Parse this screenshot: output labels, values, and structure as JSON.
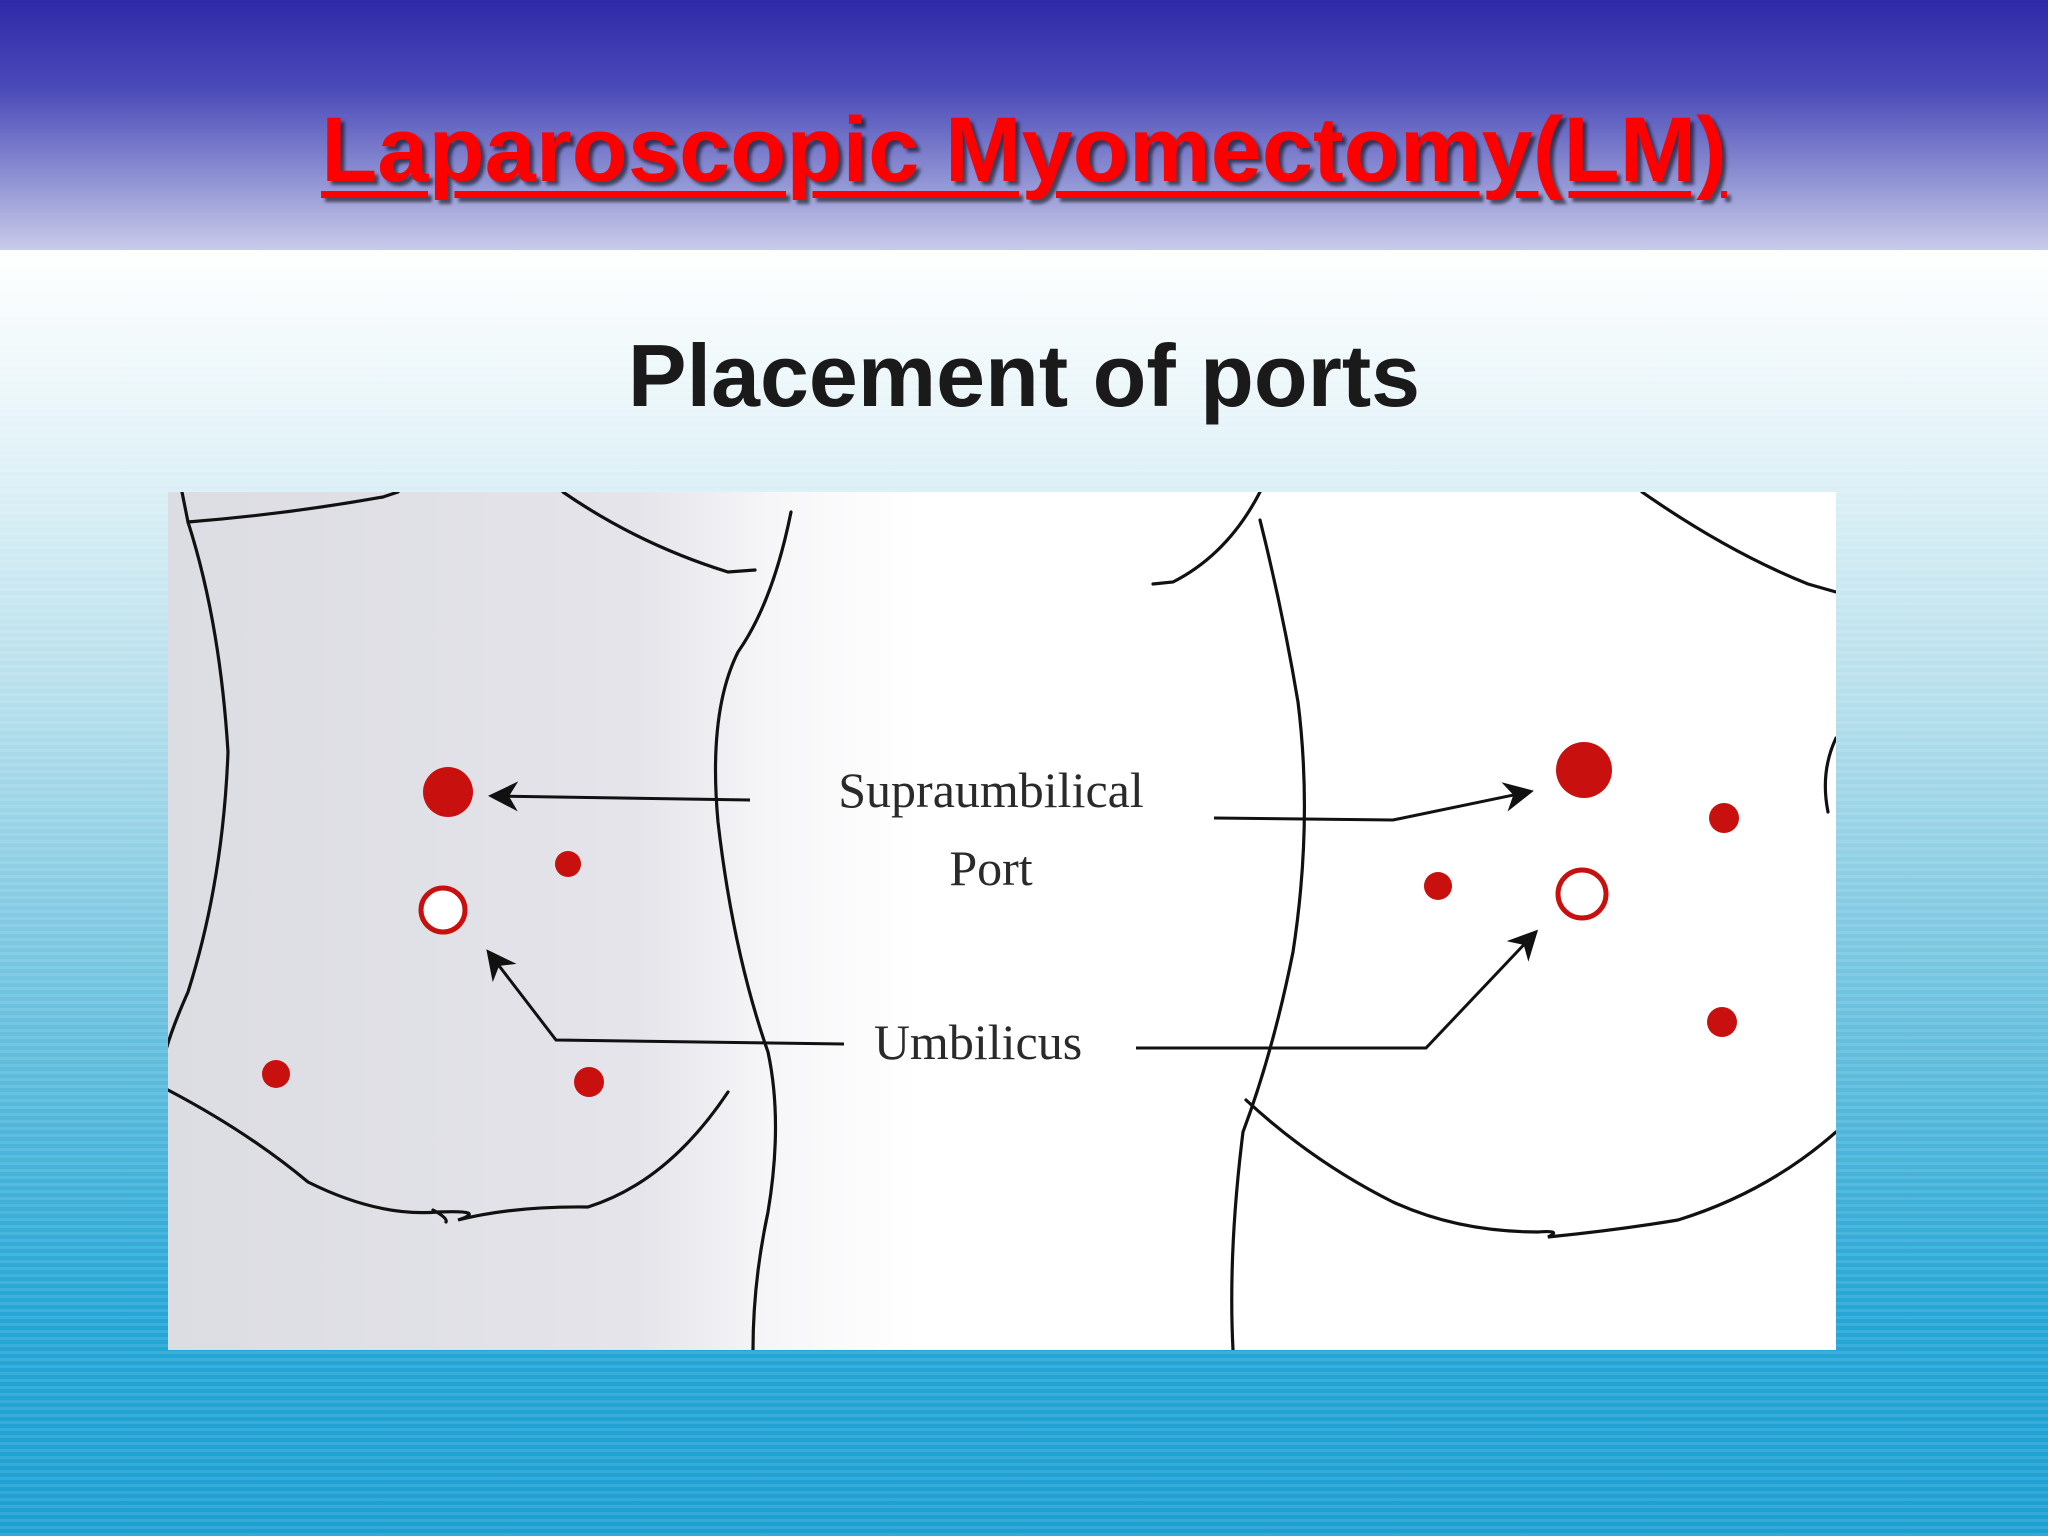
{
  "slide": {
    "title": "Laparoscopic Myomectomy(LM)",
    "heading": "Placement of ports"
  },
  "diagram": {
    "labels": {
      "supraumbilical_line1": "Supraumbilical",
      "supraumbilical_line2": "Port",
      "umbilicus": "Umbilicus"
    },
    "colors": {
      "port": "#c8100e",
      "outline": "#111111",
      "header_blue": "#2e2aa8",
      "title_red": "#ff0000"
    }
  }
}
